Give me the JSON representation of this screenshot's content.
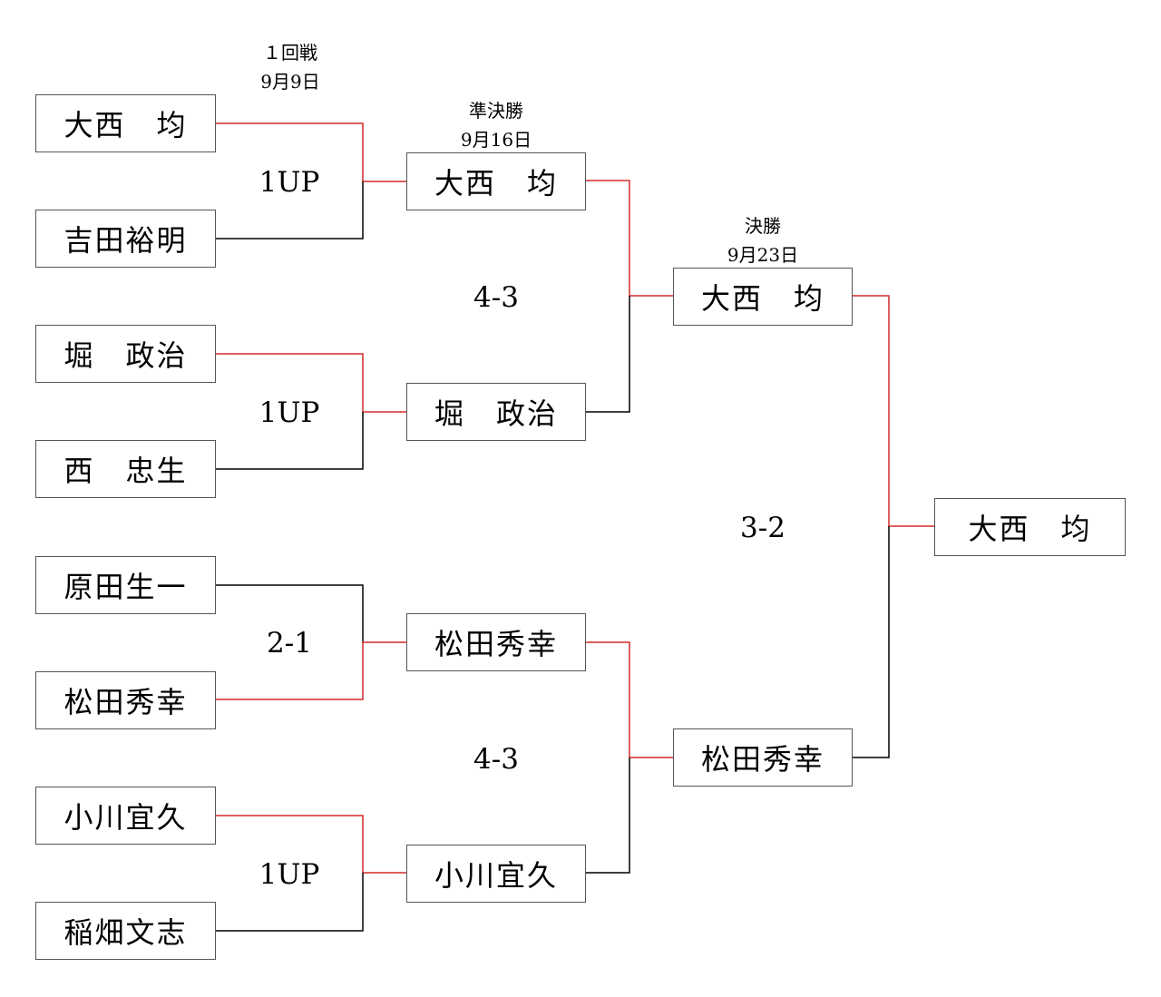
{
  "rounds": {
    "r1": {
      "name": "１回戦",
      "date": "9月9日"
    },
    "semi": {
      "name": "準決勝",
      "date": "9月16日"
    },
    "final": {
      "name": "決勝",
      "date": "9月23日"
    }
  },
  "round1": [
    "大西　均",
    "吉田裕明",
    "堀　政治",
    "西　忠生",
    "原田生一",
    "松田秀幸",
    "小川宜久",
    "稲畑文志"
  ],
  "round1_scores": [
    "1UP",
    "1UP",
    "2-1",
    "1UP"
  ],
  "semifinalists": [
    "大西　均",
    "堀　政治",
    "松田秀幸",
    "小川宜久"
  ],
  "semi_scores": [
    "4-3",
    "4-3"
  ],
  "finalists": [
    "大西　均",
    "松田秀幸"
  ],
  "final_score": "3-2",
  "champion": "大西　均",
  "colors": {
    "winner_line": "#d42a2a",
    "loser_line": "#000000",
    "box_border": "#555555"
  }
}
